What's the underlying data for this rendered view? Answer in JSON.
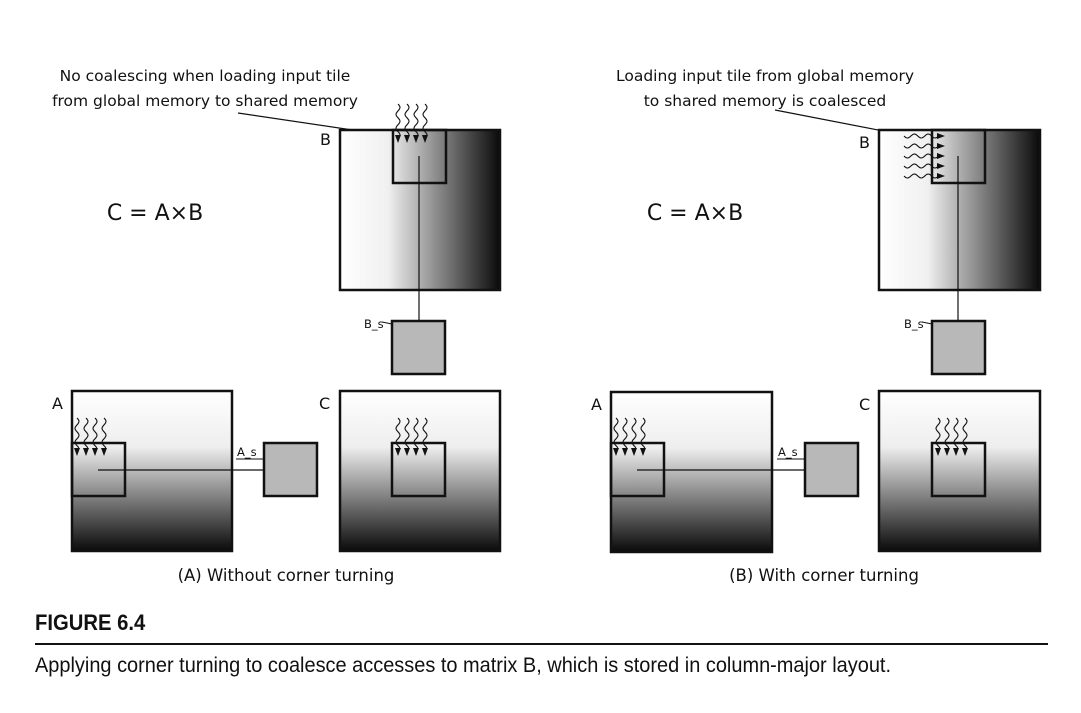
{
  "figure": {
    "label": "FIGURE 6.4",
    "caption": "Applying corner turning to coalesce accesses to matrix B, which is stored in column-major layout."
  },
  "panel_a": {
    "note_line1": "No coalescing when loading input tile",
    "note_line2": "from global memory to shared memory",
    "equation": "C = A×B",
    "matrix_a": "A",
    "matrix_b": "B",
    "matrix_c": "C",
    "tile_a_s": "A_s",
    "tile_b_s": "B_s",
    "caption": "(A) Without corner turning"
  },
  "panel_b": {
    "note_line1": "Loading input tile from global memory",
    "note_line2": "to shared memory is coalesced",
    "equation": "C = A×B",
    "matrix_a": "A",
    "matrix_b": "B",
    "matrix_c": "C",
    "tile_a_s": "A_s",
    "tile_b_s": "B_s",
    "caption": "(B) With corner turning"
  }
}
